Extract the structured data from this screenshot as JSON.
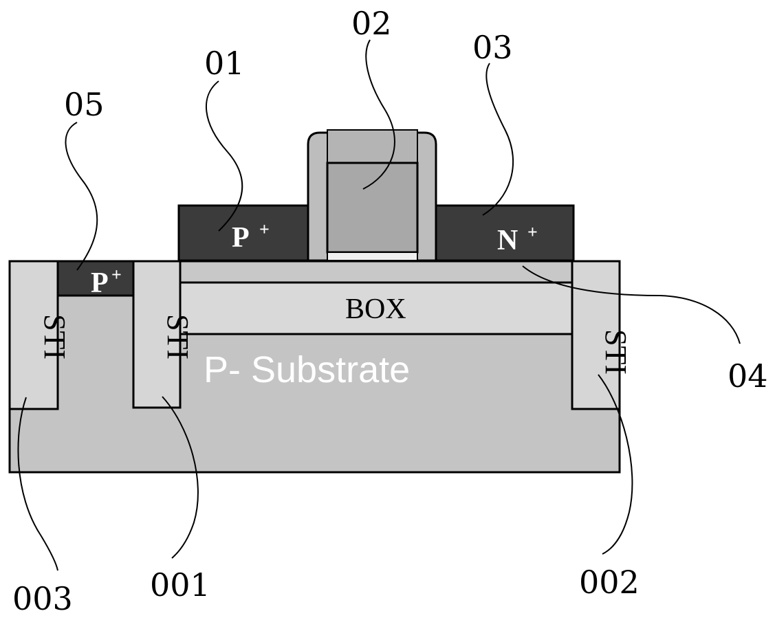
{
  "labels": {
    "sti_left": "STI",
    "sti_middle": "STI",
    "sti_right": "STI",
    "box": "BOX",
    "substrate": "P- Substrate",
    "p_plus_source": "P",
    "p_plus_source_sup": "+",
    "n_plus_drain": "N",
    "n_plus_drain_sup": "+",
    "p_plus_contact": "P",
    "p_plus_contact_sup": "+"
  },
  "refs": {
    "r01": "01",
    "r02": "02",
    "r03": "03",
    "r04": "04",
    "r05": "05",
    "r001": "001",
    "r002": "002",
    "r003": "003"
  },
  "colors": {
    "substrate": "#c4c4c4",
    "sti": "#d6d6d6",
    "box": "#d9d9d9",
    "silicon_film": "#c8c8c8",
    "heavy_doped": "#3b3b3b",
    "gate": "#a8a8a8",
    "spacer": "#bdbdbd",
    "gate_cap": "#b4b4b4"
  }
}
